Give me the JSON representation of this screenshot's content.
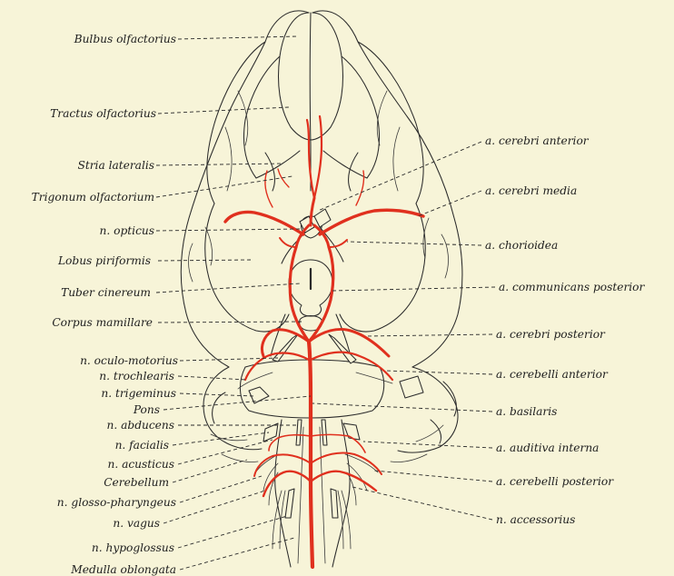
{
  "labels": {
    "left": {
      "bulbus_olfactorius": "Bulbus olfactorius",
      "tractus_olfactorius": "Tractus olfactorius",
      "stria_lateralis": "Stria lateralis",
      "trigonum_olfactorium": "Trigonum olfactorium",
      "n_opticus": "n. opticus",
      "lobus_piriformis": "Lobus piriformis",
      "tuber_cinereum": "Tuber cinereum",
      "corpus_mamillare": "Corpus mamillare",
      "n_oculo_motorius": "n. oculo-motorius",
      "n_trochlearis": "n. trochlearis",
      "n_trigeminus": "n. trigeminus",
      "pons": "Pons",
      "n_abducens": "n. abducens",
      "n_facialis": "n. facialis",
      "n_acusticus": "n. acusticus",
      "cerebellum": "Cerebellum",
      "n_glosso_pharyngeus": "n. glosso-pharyngeus",
      "n_vagus": "n. vagus",
      "n_hypoglossus": "n. hypoglossus",
      "medulla_oblongata": "Medulla oblongata"
    },
    "right": {
      "a_cerebri_anterior": "a. cerebri anterior",
      "a_cerebri_media": "a. cerebri media",
      "a_chorioidea": "a. chorioidea",
      "a_communicans_posterior": "a. communicans posterior",
      "a_cerebri_posterior": "a. cerebri posterior",
      "a_cerebelli_anterior": "a. cerebelli anterior",
      "a_basilaris": "a. basilaris",
      "a_auditiva_interna": "a. auditiva interna",
      "a_cerebelli_posterior": "a. cerebelli posterior",
      "n_accessorius": "n. accessorius"
    }
  },
  "colors": {
    "background": "#f7f4d8",
    "artery": "#e0301e",
    "ink": "#2b2b2b"
  }
}
